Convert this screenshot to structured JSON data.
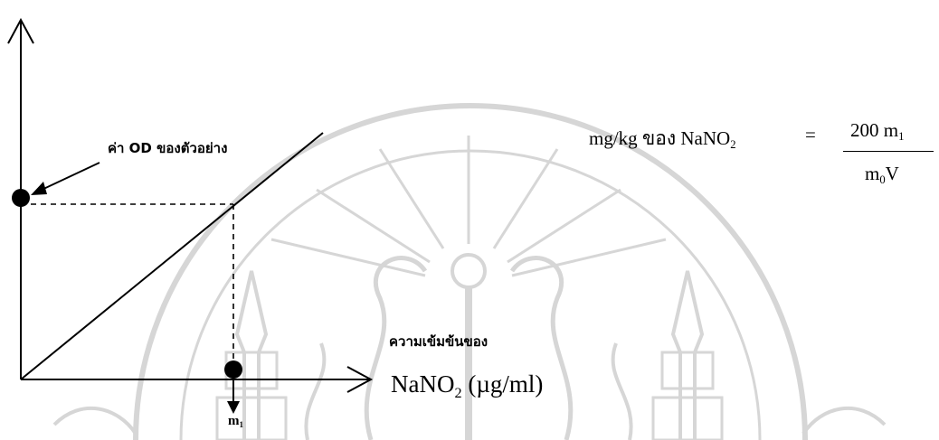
{
  "labels": {
    "od_sample": "ค่า OD ของตัวอย่าง",
    "concentration_of": "ความเข้มข้นของ",
    "x_axis_main": "NaNO",
    "x_axis_sub": "2",
    "x_axis_unit": "(µg/ml)",
    "m_label_main": "m",
    "m_label_sub": "1"
  },
  "formula": {
    "lhs_main": "mg/kg ของ NaNO",
    "lhs_sub": "2",
    "equals": "=",
    "numerator_main": "200 m",
    "numerator_sub": "1",
    "denominator_a": "m",
    "denominator_sub": "0",
    "denominator_b": "V"
  },
  "watermark": {
    "description_icon": "university-seal-watermark",
    "color": "#d9d9d9"
  }
}
